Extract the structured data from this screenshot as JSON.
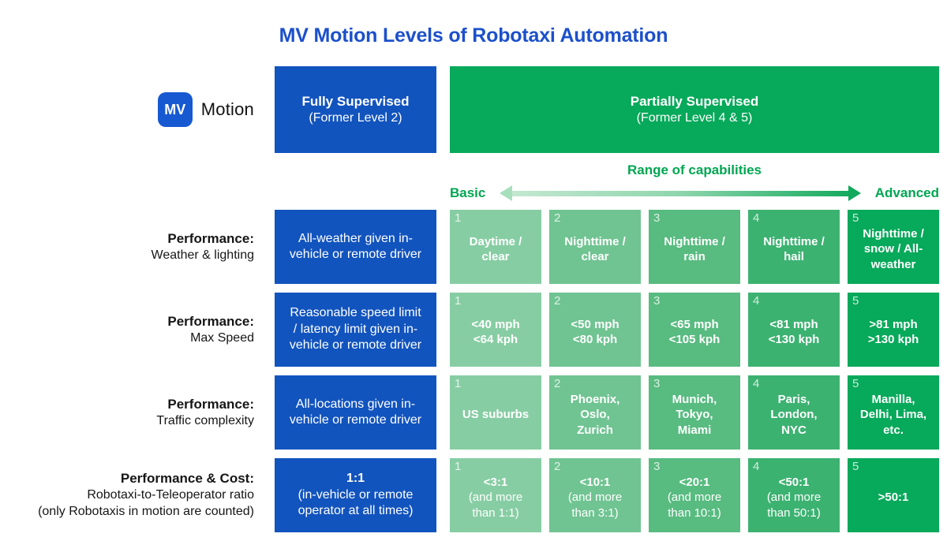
{
  "title": "MV Motion Levels of Robotaxi Automation",
  "logo": {
    "mark": "MV",
    "name": "Motion"
  },
  "header": {
    "fully_supervised": {
      "title": "Fully Supervised",
      "subtitle": "(Former Level 2)"
    },
    "partially_supervised": {
      "title": "Partially Supervised",
      "subtitle": "(Former Level 4 & 5)"
    }
  },
  "range": {
    "label": "Range of capabilities",
    "left": "Basic",
    "right": "Advanced"
  },
  "colors": {
    "title_blue": "#1C50CB",
    "box_blue": "#1254BE",
    "logo_blue": "#1659D1",
    "range_green": "#00A651",
    "level_greens": [
      "#87CDA3",
      "#70C492",
      "#58BB80",
      "#3CB271",
      "#07A95A"
    ]
  },
  "rows": [
    {
      "label_title": "Performance:",
      "label_subtitle": "Weather & lighting",
      "baseline": {
        "text": "All-weather given in-\nvehicle or remote driver"
      },
      "cells": [
        {
          "level": "1",
          "text": "Daytime /\nclear"
        },
        {
          "level": "2",
          "text": "Nighttime /\nclear"
        },
        {
          "level": "3",
          "text": "Nighttime /\nrain"
        },
        {
          "level": "4",
          "text": "Nighttime /\nhail"
        },
        {
          "level": "5",
          "text": "Nighttime /\nsnow / All-\nweather"
        }
      ]
    },
    {
      "label_title": "Performance:",
      "label_subtitle": "Max Speed",
      "baseline": {
        "text": "Reasonable speed limit\n/ latency limit given in-\nvehicle or remote driver"
      },
      "cells": [
        {
          "level": "1",
          "text": "<40 mph\n<64 kph"
        },
        {
          "level": "2",
          "text": "<50 mph\n<80 kph"
        },
        {
          "level": "3",
          "text": "<65 mph\n<105 kph"
        },
        {
          "level": "4",
          "text": "<81 mph\n<130 kph"
        },
        {
          "level": "5",
          "text": ">81 mph\n>130 kph"
        }
      ]
    },
    {
      "label_title": "Performance:",
      "label_subtitle": "Traffic complexity",
      "baseline": {
        "text": "All-locations given in-\nvehicle or remote driver"
      },
      "cells": [
        {
          "level": "1",
          "text": "US suburbs"
        },
        {
          "level": "2",
          "text": "Phoenix,\nOslo,\nZurich"
        },
        {
          "level": "3",
          "text": "Munich,\nTokyo,\nMiami"
        },
        {
          "level": "4",
          "text": "Paris,\nLondon,\nNYC"
        },
        {
          "level": "5",
          "text": "Manilla,\nDelhi, Lima,\netc."
        }
      ]
    },
    {
      "label_title": "Performance & Cost:",
      "label_subtitle": "Robotaxi-to-Teleoperator ratio\n(only Robotaxis in motion are counted)",
      "baseline": {
        "strong": "1:1",
        "text": "(in-vehicle or remote\noperator at all times)"
      },
      "cells": [
        {
          "level": "1",
          "text": "<3:1",
          "note": "(and more\nthan 1:1)"
        },
        {
          "level": "2",
          "text": "<10:1",
          "note": "(and more\nthan 3:1)"
        },
        {
          "level": "3",
          "text": "<20:1",
          "note": "(and more\nthan 10:1)"
        },
        {
          "level": "4",
          "text": "<50:1",
          "note": "(and more\nthan 50:1)"
        },
        {
          "level": "5",
          "text": ">50:1"
        }
      ]
    }
  ]
}
